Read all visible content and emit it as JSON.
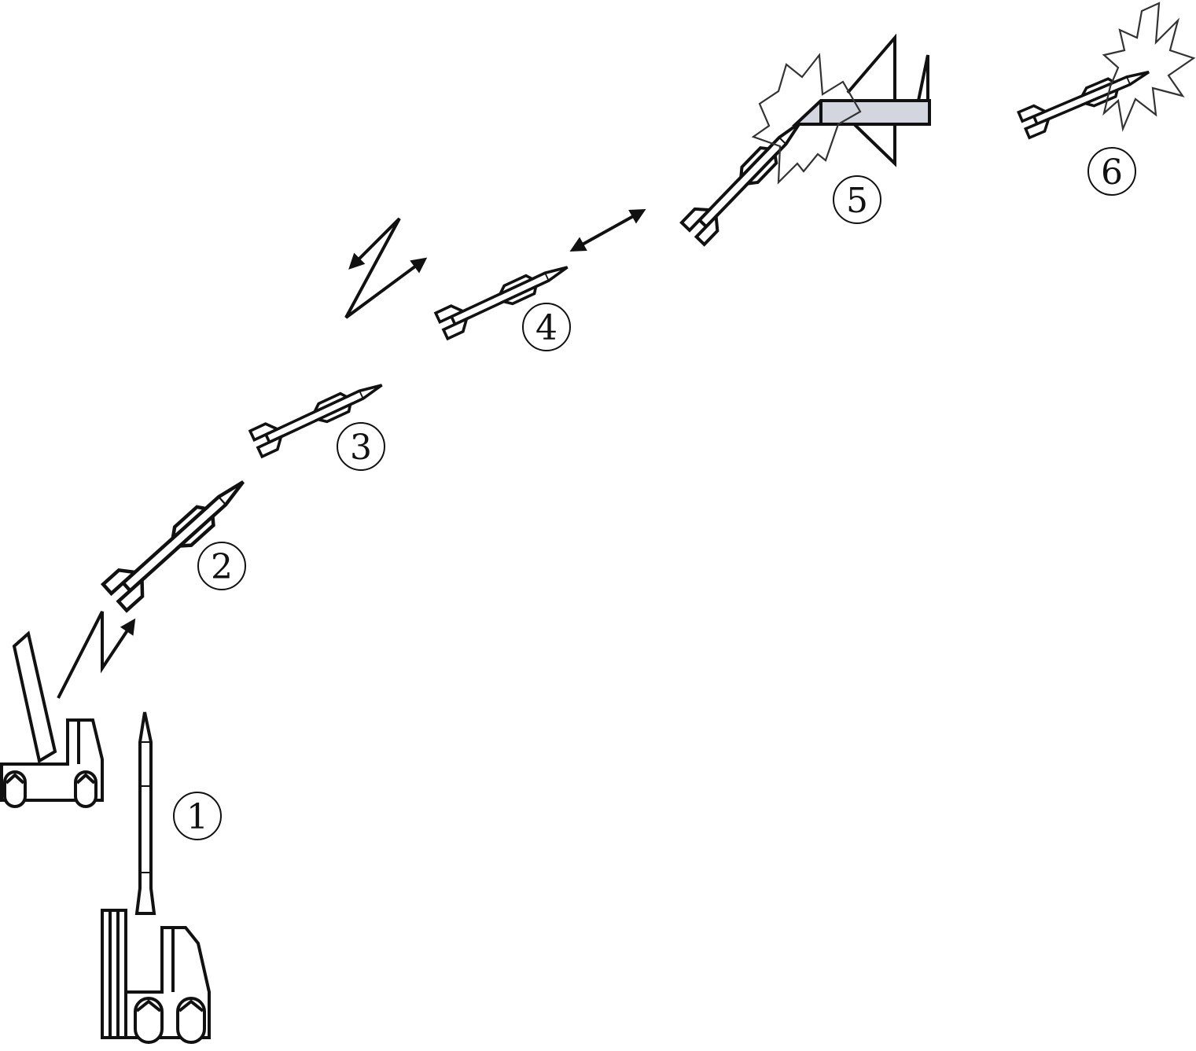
{
  "stages": [
    {
      "id": 1,
      "label": "1"
    },
    {
      "id": 2,
      "label": "2"
    },
    {
      "id": 3,
      "label": "3"
    },
    {
      "id": 4,
      "label": "4"
    },
    {
      "id": 5,
      "label": "5"
    },
    {
      "id": 6,
      "label": "6"
    }
  ],
  "colors": {
    "stroke": "#111111",
    "burst": "#333333",
    "target_body": "#d3d6de",
    "background": "#ffffff"
  },
  "icons": [
    "radar-vehicle-icon",
    "launcher-vehicle-icon",
    "missile-icon",
    "target-aircraft-icon",
    "explosion-icon",
    "datalink-arrow-icon"
  ]
}
